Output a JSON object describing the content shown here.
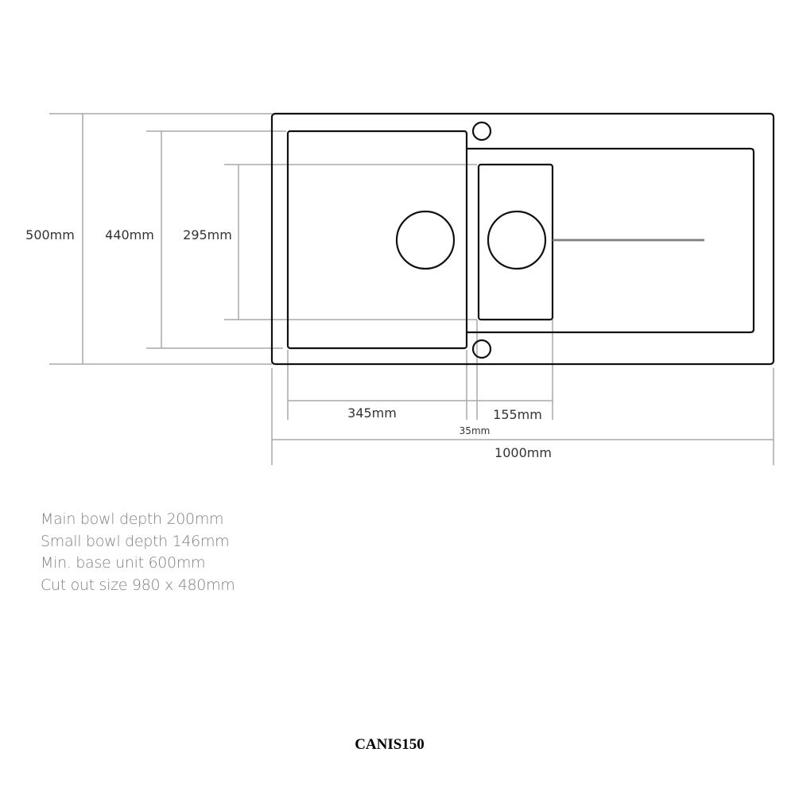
{
  "drawing": {
    "dimensions_vertical": {
      "overall_depth": "500mm",
      "main_bowl_depth_outline": "440mm",
      "small_bowl_length": "295mm"
    },
    "dimensions_horizontal": {
      "main_bowl_width": "345mm",
      "gap_between_bowls": "35mm",
      "small_bowl_width": "155mm",
      "overall_width": "1000mm"
    }
  },
  "specs": [
    "Main bowl depth 200mm",
    "Small bowl depth 146mm",
    "Min. base unit 600mm",
    "Cut out size 980 x 480mm"
  ],
  "model": "CANIS150",
  "colors": {
    "outline": "#111111",
    "dimension_line": "#a0a0a0",
    "spec_text": "#808080"
  }
}
